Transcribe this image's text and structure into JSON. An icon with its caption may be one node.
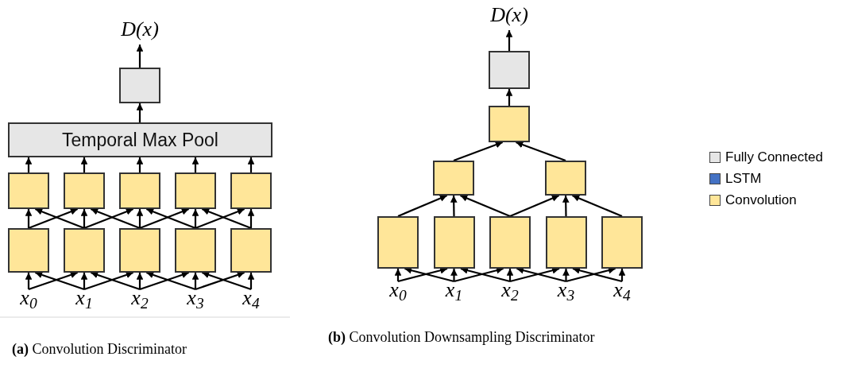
{
  "diagram": {
    "nodes": [
      {
        "text": [
          "x$_{0}$"
        ]
      },
      {
        "text": [
          "x$_{1}$"
        ]
      },
      {
        "text": [
          "x$_{2}$"
        ]
      },
      {
        "text": [
          "x$_{3}$"
        ]
      },
      {
        "text": [
          "x$_{4}$"
        ]
      },
      {
        "text": [],
        "shape": "box"
      },
      {
        "text": [],
        "shape": "box"
      },
      {
        "text": [],
        "shape": "box"
      },
      {
        "text": [],
        "shape": "box"
      },
      {
        "text": [],
        "shape": "box"
      },
      {
        "text": [],
        "shape": "box"
      },
      {
        "text": [],
        "shape": "box"
      },
      {
        "text": [],
        "shape": "box"
      },
      {
        "text": [],
        "shape": "box"
      },
      {
        "text": [],
        "shape": "box"
      },
      {
        "text": [
          "Temporal Max Pool"
        ]
      },
      {
        "text": [],
        "shape": "box"
      },
      {
        "text": [
          "D(x)"
        ]
      },
      {
        "text": [
          "x$_{0}$"
        ]
      },
      {
        "text": [
          "x$_{1}$"
        ]
      },
      {
        "text": [
          "x$_{2}$"
        ]
      },
      {
        "text": [
          "x$_{3}$"
        ]
      },
      {
        "text": [
          "x$_{4}$"
        ]
      },
      {
        "text": [],
        "shape": "box"
      },
      {
        "text": [],
        "shape": "box"
      },
      {
        "text": [],
        "shape": "box"
      },
      {
        "text": [],
        "shape": "box"
      },
      {
        "text": [],
        "shape": "box"
      },
      {
        "text": [],
        "shape": "box"
      },
      {
        "text": [],
        "shape": "box"
      },
      {
        "text": [],
        "shape": "box"
      },
      {
        "text": [],
        "shape": "box"
      },
      {
        "text": [
          "D(x)"
        ]
      }
    ],
    "edges": [
      {
        "from": 0,
        "to": 5,
        "arrow": "to"
      },
      {
        "from": 0,
        "to": 6,
        "arrow": "to"
      },
      {
        "from": 1,
        "to": 5,
        "arrow": "to"
      },
      {
        "from": 1,
        "to": 6,
        "arrow": "to"
      },
      {
        "from": 1,
        "to": 7,
        "arrow": "to"
      },
      {
        "from": 2,
        "to": 6,
        "arrow": "to"
      },
      {
        "from": 2,
        "to": 7,
        "arrow": "to"
      },
      {
        "from": 2,
        "to": 8,
        "arrow": "to"
      },
      {
        "from": 3,
        "to": 7,
        "arrow": "to"
      },
      {
        "from": 3,
        "to": 8,
        "arrow": "to"
      },
      {
        "from": 3,
        "to": 9,
        "arrow": "to"
      },
      {
        "from": 4,
        "to": 8,
        "arrow": "to"
      },
      {
        "from": 4,
        "to": 9,
        "arrow": "to"
      },
      {
        "from": 5,
        "to": 10,
        "arrow": "to"
      },
      {
        "from": 5,
        "to": 11,
        "arrow": "to"
      },
      {
        "from": 6,
        "to": 10,
        "arrow": "to"
      },
      {
        "from": 6,
        "to": 11,
        "arrow": "to"
      },
      {
        "from": 6,
        "to": 12,
        "arrow": "to"
      },
      {
        "from": 7,
        "to": 11,
        "arrow": "to"
      },
      {
        "from": 7,
        "to": 12,
        "arrow": "to"
      },
      {
        "from": 7,
        "to": 13,
        "arrow": "to"
      },
      {
        "from": 8,
        "to": 12,
        "arrow": "to"
      },
      {
        "from": 8,
        "to": 13,
        "arrow": "to"
      },
      {
        "from": 8,
        "to": 14,
        "arrow": "to"
      },
      {
        "from": 9,
        "to": 13,
        "arrow": "to"
      },
      {
        "from": 9,
        "to": 14,
        "arrow": "to"
      },
      {
        "from": 10,
        "to": 15,
        "arrow": "to"
      },
      {
        "from": 11,
        "to": 15,
        "arrow": "to"
      },
      {
        "from": 12,
        "to": 15,
        "arrow": "to"
      },
      {
        "from": 13,
        "to": 15,
        "arrow": "to"
      },
      {
        "from": 14,
        "to": 15,
        "arrow": "to"
      },
      {
        "from": 15,
        "to": 16,
        "arrow": "to"
      },
      {
        "from": 16,
        "to": 17,
        "arrow": "to"
      },
      {
        "from": 18,
        "to": 23,
        "arrow": "to"
      },
      {
        "from": 18,
        "to": 24,
        "arrow": "to"
      },
      {
        "from": 19,
        "to": 23,
        "arrow": "to"
      },
      {
        "from": 19,
        "to": 24,
        "arrow": "to"
      },
      {
        "from": 19,
        "to": 25,
        "arrow": "to"
      },
      {
        "from": 20,
        "to": 24,
        "arrow": "to"
      },
      {
        "from": 20,
        "to": 25,
        "arrow": "to"
      },
      {
        "from": 20,
        "to": 26,
        "arrow": "to"
      },
      {
        "from": 21,
        "to": 25,
        "arrow": "to"
      },
      {
        "from": 21,
        "to": 26,
        "arrow": "to"
      },
      {
        "from": 21,
        "to": 27,
        "arrow": "to"
      },
      {
        "from": 22,
        "to": 26,
        "arrow": "to"
      },
      {
        "from": 22,
        "to": 27,
        "arrow": "to"
      },
      {
        "from": 23,
        "to": 28,
        "arrow": "to"
      },
      {
        "from": 24,
        "to": 28,
        "arrow": "to"
      },
      {
        "from": 25,
        "to": 28,
        "arrow": "to"
      },
      {
        "from": 25,
        "to": 29,
        "arrow": "to"
      },
      {
        "from": 26,
        "to": 29,
        "arrow": "to"
      },
      {
        "from": 27,
        "to": 29,
        "arrow": "to"
      },
      {
        "from": 28,
        "to": 30,
        "arrow": "to"
      },
      {
        "from": 29,
        "to": 30,
        "arrow": "to"
      },
      {
        "from": 30,
        "to": 31,
        "arrow": "to"
      },
      {
        "from": 31,
        "to": 32,
        "arrow": "to"
      }
    ],
    "labels": [
      "**(a)** Convolution Discriminator",
      "**(b)** Convolution Downsampling Discriminator"
    ],
    "legend": [
      {
        "text": "Fully Connected",
        "color": "#e6e6e6"
      },
      {
        "text": "LSTM",
        "color": "#4472c4"
      },
      {
        "text": "Convolution",
        "color": "#ffe699"
      }
    ]
  }
}
